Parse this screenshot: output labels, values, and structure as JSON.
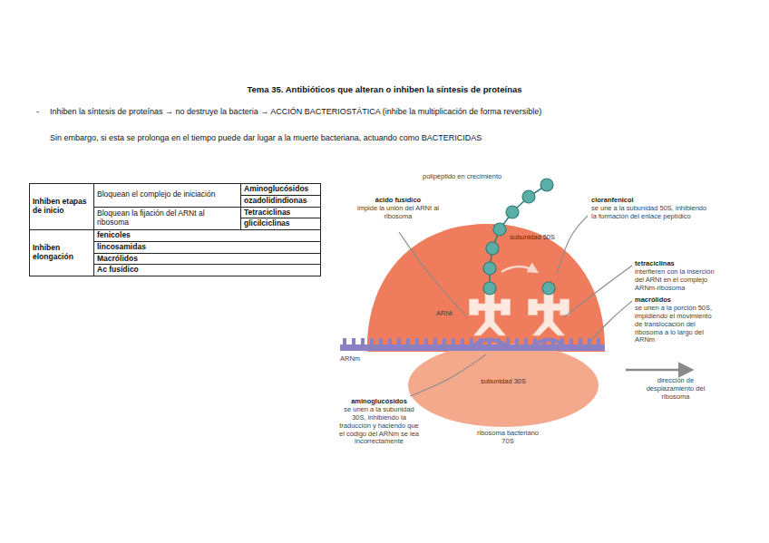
{
  "diagram": {
    "title": "Tema 35. Antibióticos que alteran o inhiben la síntesis de proteínas",
    "nodes": [
      {
        "text": [
          "subunidad 50S"
        ]
      },
      {
        "text": [
          "subunidad 30S"
        ]
      }
    ],
    "labels": [
      "-",
      "Inhiben la síntesis de proteínas → no destruye la bacteria → ACCIÓN BACTERIOSTÁTICA (inhibe la multiplicación de forma reversible)",
      "Sin embargo, si esta se prolonga en el tiempo puede dar lugar a la muerte bacteriana, actuando como BACTERICIDAS",
      "Inhiben etapas de inicio",
      "Bloquean el complejo de iniciación",
      "Aminoglucósidos",
      "ozadolidindionas",
      "Bloquean la fijación del ARNt al ribosoma",
      "Tetraciclinas",
      "glicilciclinas",
      "Inhiben elongación",
      "fenicoles",
      "lincosamidas",
      "Macrólidos",
      "Ac fusídico",
      "polipéptido en crecimiento",
      "ácido fusídico",
      "impide la unión del ARNt al ribosoma",
      "cloranfenicol",
      "se une a la subunidad 50S, inhibiendo la formación del enlace peptídico",
      "tetraciclinas",
      "interfieren con la inserción del ARNt en el complejo ARNm-ribosoma",
      "macrólidos",
      "se unen a la porción 50S, impidiendo el movimiento de translocación del ribosoma a lo largo del ARNm",
      "aminoglucósidos",
      "se unen a la subunidad 30S, inhibiendo la traducción y haciendo que el código del ARNm se lea incorrectamente",
      "ARNt",
      "ARNm",
      "ribosoma bacteriano 70S",
      "dirección de desplazamiento del ribosoma"
    ]
  }
}
